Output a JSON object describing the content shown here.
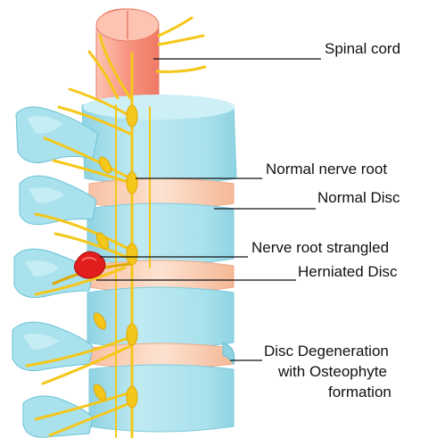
{
  "labels": {
    "spinal_cord": "Spinal cord",
    "normal_nerve_root": "Normal nerve root",
    "normal_disc": "Normal Disc",
    "nerve_root_strangled": "Nerve root strangled",
    "herniated_disc": "Herniated Disc",
    "disc_degeneration_line1": "Disc Degeneration",
    "disc_degeneration_line2": "with Osteophyte",
    "disc_degeneration_line3": "formation"
  },
  "colors": {
    "vertebra": "#bfeaf2",
    "vertebra_shade": "#8fd3e2",
    "vertebra_dark": "#6cc3d6",
    "disc": "#fbd4bb",
    "disc_edge": "#f2a986",
    "spinal_cord": "#f6917d",
    "spinal_cord_light": "#fcc4b1",
    "nerve": "#f5c71a",
    "herniation": "#e11d1d",
    "leader_line": "#111111"
  }
}
